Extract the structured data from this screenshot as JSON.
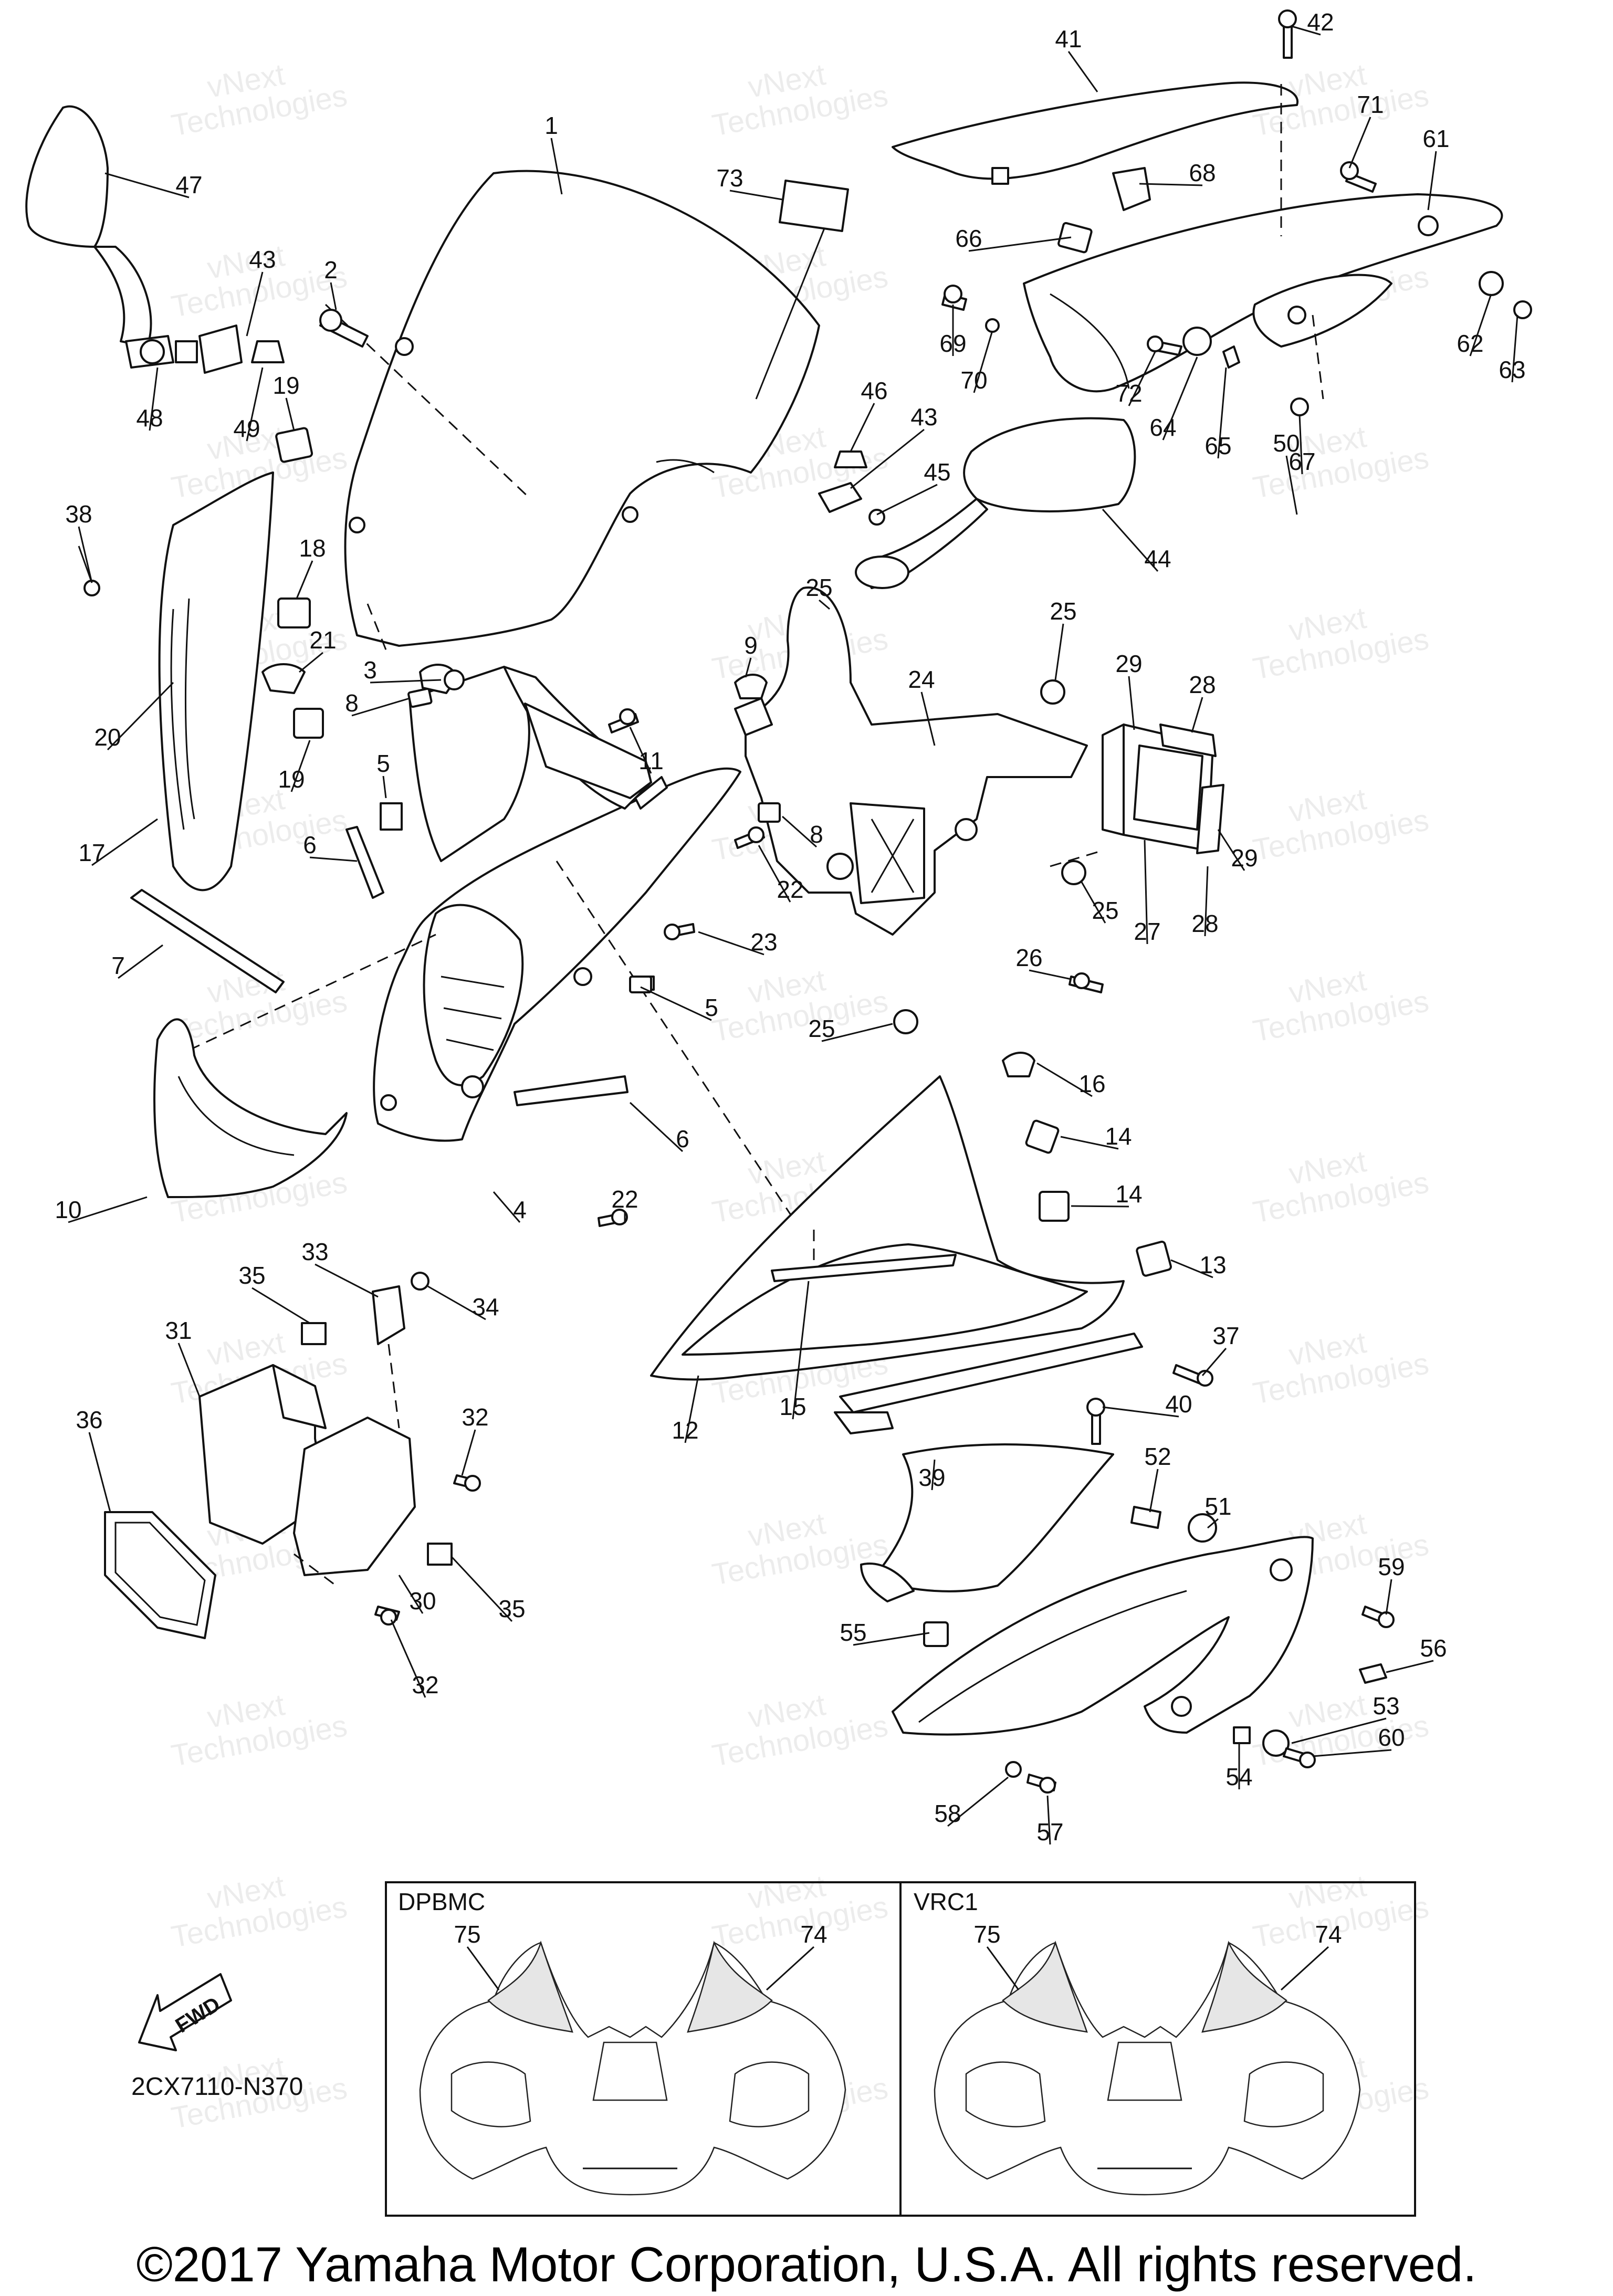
{
  "callouts": [
    "1",
    "2",
    "3",
    "4",
    "5",
    "5",
    "6",
    "6",
    "7",
    "8",
    "8",
    "9",
    "10",
    "11",
    "12",
    "13",
    "14",
    "14",
    "15",
    "16",
    "17",
    "18",
    "19",
    "19",
    "20",
    "21",
    "22",
    "22",
    "23",
    "24",
    "25",
    "25",
    "25",
    "25",
    "26",
    "27",
    "28",
    "28",
    "29",
    "29",
    "30",
    "31",
    "32",
    "32",
    "33",
    "34",
    "35",
    "35",
    "36",
    "37",
    "38",
    "39",
    "40",
    "41",
    "42",
    "43",
    "43",
    "44",
    "45",
    "46",
    "47",
    "48",
    "49",
    "50",
    "51",
    "52",
    "53",
    "54",
    "55",
    "56",
    "57",
    "58",
    "59",
    "60",
    "61",
    "62",
    "63",
    "64",
    "65",
    "66",
    "67",
    "68",
    "69",
    "70",
    "71",
    "72",
    "73",
    "74",
    "74",
    "75",
    "75"
  ],
  "frame_labels": {
    "left": "DPBMC",
    "right": "VRC1"
  },
  "fwd_label": "FWD",
  "diagram_code": "2CX7110-N370",
  "copyright": "©2017 Yamaha Motor Corporation, U.S.A. All rights reserved.",
  "watermark": {
    "line1": "vNext",
    "line2": "Technologies"
  }
}
